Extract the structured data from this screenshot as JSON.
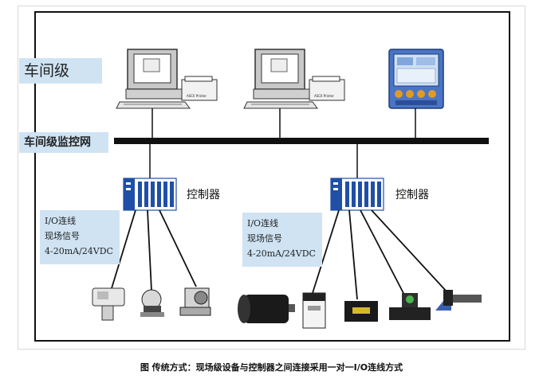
{
  "labels": {
    "workshop_level": "车间级",
    "monitor_network": "车间级监控网",
    "controller_left": "控制器",
    "controller_right": "控制器"
  },
  "io_box_left": {
    "line1": "I/O连线",
    "line2": "现场信号",
    "line3": "4-20mA/24VDC"
  },
  "io_box_right": {
    "line1": "I/O连线",
    "line2": "现场信号",
    "line3": "4-20mA/24VDC"
  },
  "printer_text": "ASCII Printer",
  "caption": "图  传统方式：现场级设备与控制器之间连接采用一对一I/O连线方式",
  "colors": {
    "label_bg": "#cfe3f3",
    "bus": "#111111",
    "controller_blue": "#1f4fa6"
  }
}
